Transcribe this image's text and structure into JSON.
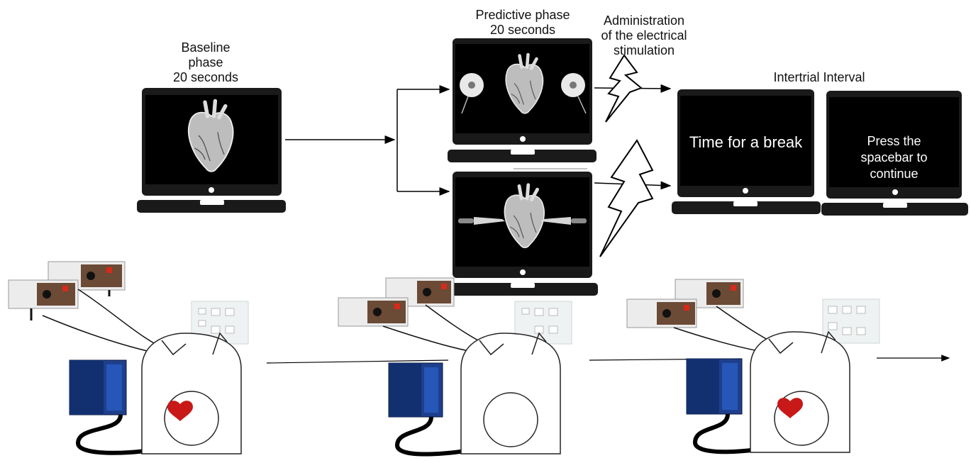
{
  "labels": {
    "baseline": [
      "Baseline",
      "phase",
      "20 seconds"
    ],
    "predictive": [
      "Predictive phase",
      "20 seconds"
    ],
    "administration": [
      "Administration",
      "of the electrical",
      "stimulation"
    ],
    "intertrial": "Intertrial Interval"
  },
  "screens": {
    "break_text": "Time for a break",
    "spacebar_text": [
      "Press the",
      "spacebar to",
      "continue"
    ]
  },
  "icons": {
    "baseline_screen": "heart-icon",
    "safe_cue": "flower-icon",
    "threat_cue": "knife-icon",
    "stimulation": "lightning-bolt-icon",
    "participant_heart": "heart-icon"
  },
  "colors": {
    "laptop": "#1a1a1a",
    "screen": "#000000",
    "device_blue": "#1e3f8c",
    "heart_red": "#c81818"
  }
}
